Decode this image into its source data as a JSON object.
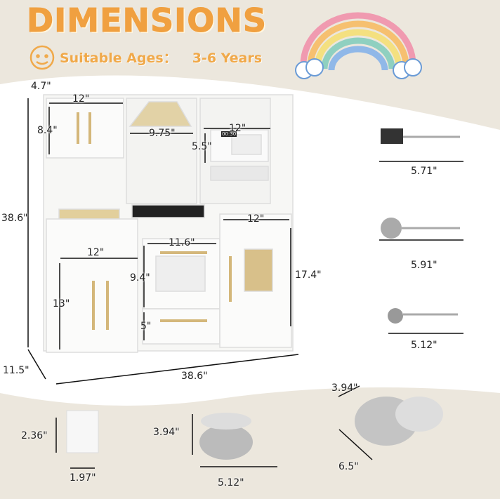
{
  "header": {
    "title": "DIMENSIONS",
    "ages_label": "Suitable Ages：",
    "ages_value": "3-6 Years"
  },
  "kitchen": {
    "microwave_display": "00:30",
    "dims": {
      "depth_top": "4.7\"",
      "cabinet_width": "12\"",
      "cabinet_height": "8.4\"",
      "hood_width": "9.75\"",
      "microwave_width": "12\"",
      "microwave_height": "5.5\"",
      "total_height": "38.6\"",
      "fridge_width": "12\"",
      "oven_width": "11.6\"",
      "lower_cabinet_width": "12\"",
      "oven_height": "9.4\"",
      "fridge_height": "17.4\"",
      "lower_cabinet_height": "13\"",
      "drawer_height": "5\"",
      "depth": "11.5\"",
      "total_width": "38.6\""
    }
  },
  "accessories": {
    "spatula": "5.71\"",
    "skimmer": "5.91\"",
    "ladle": "5.12\"",
    "cup_height": "2.36\"",
    "cup_width": "1.97\"",
    "pot_height": "3.94\"",
    "pot_width": "5.12\"",
    "pan_height": "3.94\"",
    "pan_length": "6.5\""
  },
  "colors": {
    "title": "#f0a040",
    "background": "#ece7dd",
    "gold": "#d4b77a"
  }
}
